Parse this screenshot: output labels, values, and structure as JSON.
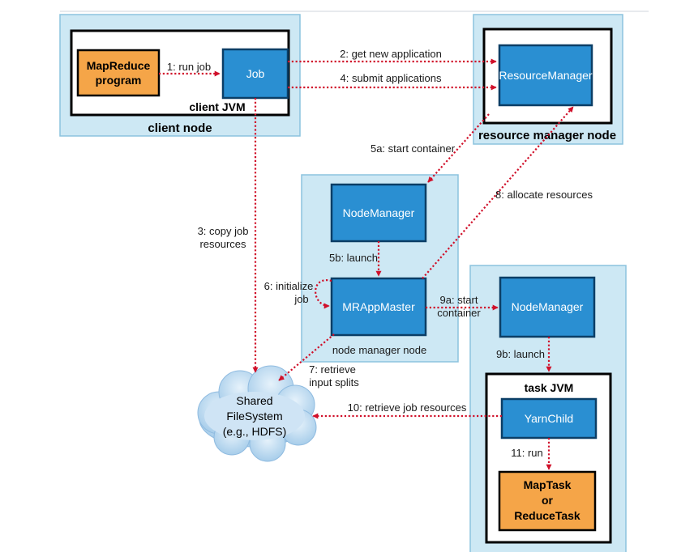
{
  "nodes": {
    "client_node": {
      "title": "client node",
      "jvm_title": "client JVM",
      "program": [
        "MapReduce",
        "program"
      ],
      "job": "Job"
    },
    "resource_manager_node": {
      "title": "resource manager node",
      "resource_manager": "ResourceManager"
    },
    "node_manager_node": {
      "title": "node manager node",
      "node_manager": "NodeManager",
      "app_master": "MRAppMaster"
    },
    "task_node": {
      "node_manager": "NodeManager",
      "jvm_title": "task JVM",
      "child": "YarnChild",
      "task": [
        "MapTask",
        "or",
        "ReduceTask"
      ]
    },
    "shared_fs": [
      "Shared",
      "FileSystem",
      "(e.g., HDFS)"
    ]
  },
  "steps": {
    "s1": "1: run job",
    "s2": "2: get new application",
    "s3": [
      "3: copy job",
      "resources"
    ],
    "s4": "4: submit applications",
    "s5a": "5a: start container",
    "s5b": "5b: launch",
    "s6": [
      "6: initialize",
      "job"
    ],
    "s7": [
      "7: retrieve",
      "input splits"
    ],
    "s8": "8: allocate resources",
    "s9a": [
      "9a: start",
      "container"
    ],
    "s9b": "9b: launch",
    "s10": "10: retrieve job resources",
    "s11": "11: run"
  },
  "colors": {
    "node_background": "#cde8f4",
    "daemon_box": "#2a8fd2",
    "program_box": "#f5a548",
    "arrow": "#d0102a"
  }
}
